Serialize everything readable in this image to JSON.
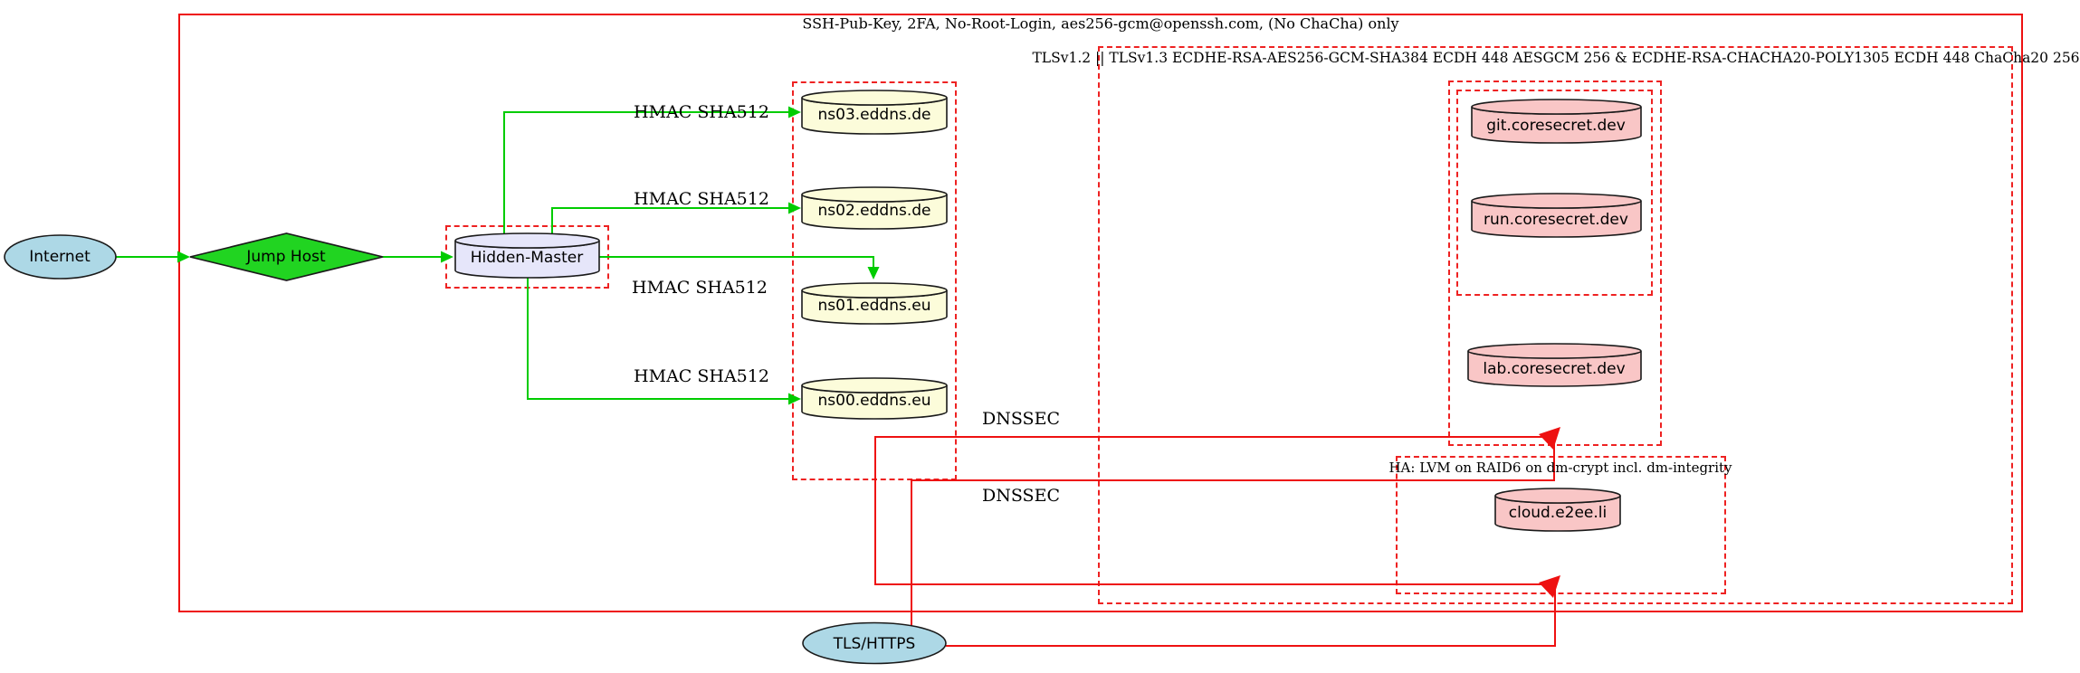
{
  "diagram": {
    "outer_label": "SSH-Pub-Key, 2FA, No-Root-Login, aes256-gcm@openssh.com, (No ChaCha) only",
    "tls_cluster_label": "TLSv1.2 || TLSv1.3 ECDHE-RSA-AES256-GCM-SHA384 ECDH 448 AESGCM 256 & ECDHE-RSA-CHACHA20-POLY1305 ECDH 448 ChaCha20 256",
    "ha_cluster_label": "HA: LVM on RAID6 on dm-crypt incl. dm-integrity"
  },
  "nodes": {
    "internet": "Internet",
    "jump_host": "Jump Host",
    "hidden_master": "Hidden-Master",
    "ns03": "ns03.eddns.de",
    "ns02": "ns02.eddns.de",
    "ns01": "ns01.eddns.eu",
    "ns00": "ns00.eddns.eu",
    "git": "git.coresecret.dev",
    "run": "run.coresecret.dev",
    "lab": "lab.coresecret.dev",
    "cloud": "cloud.e2ee.li",
    "tls_https": "TLS/HTTPS"
  },
  "edge_labels": {
    "hmac_ns03": "HMAC SHA512",
    "hmac_ns02": "HMAC SHA512",
    "hmac_ns01": "HMAC SHA512",
    "hmac_ns00": "HMAC SHA512",
    "dnssec_upper": "DNSSEC",
    "dnssec_lower": "DNSSEC"
  },
  "colors": {
    "edge_green": "#00cc00",
    "edge_red": "#ee1111",
    "cluster_red": "#ee2222",
    "node_blue": "#add8e6",
    "node_green": "#21d421",
    "node_lavender": "#e6e6fa",
    "node_yellow": "#fcfcda",
    "node_pink": "#f9c6c6"
  }
}
